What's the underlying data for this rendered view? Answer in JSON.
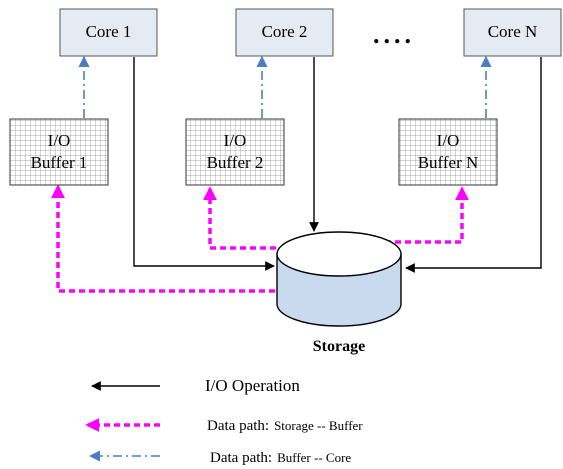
{
  "cores": [
    {
      "label": "Core 1"
    },
    {
      "label": "Core 2"
    },
    {
      "label": "Core N"
    }
  ],
  "ellipsis": "....",
  "buffers": [
    {
      "line1": "I/O",
      "line2": "Buffer 1"
    },
    {
      "line1": "I/O",
      "line2": "Buffer 2"
    },
    {
      "line1": "I/O",
      "line2": "Buffer N"
    }
  ],
  "storage": {
    "label": "Storage"
  },
  "legend": [
    {
      "style": "io-operation",
      "label": "I/O Operation"
    },
    {
      "style": "storage-buffer",
      "label_prefix": "Data path:",
      "label_detail": "Storage -- Buffer"
    },
    {
      "style": "buffer-core",
      "label_prefix": "Data path:",
      "label_detail": "Buffer -- Core"
    }
  ],
  "colors": {
    "core_fill": "#e4ebf3",
    "storage_fill": "#c9d9ee",
    "storage_top": "#ffffff",
    "io_line": "#000000",
    "storage_buffer_path": "#ff00ff",
    "buffer_core_path": "#4a7ec4",
    "grid_line": "#8a8a8a"
  }
}
